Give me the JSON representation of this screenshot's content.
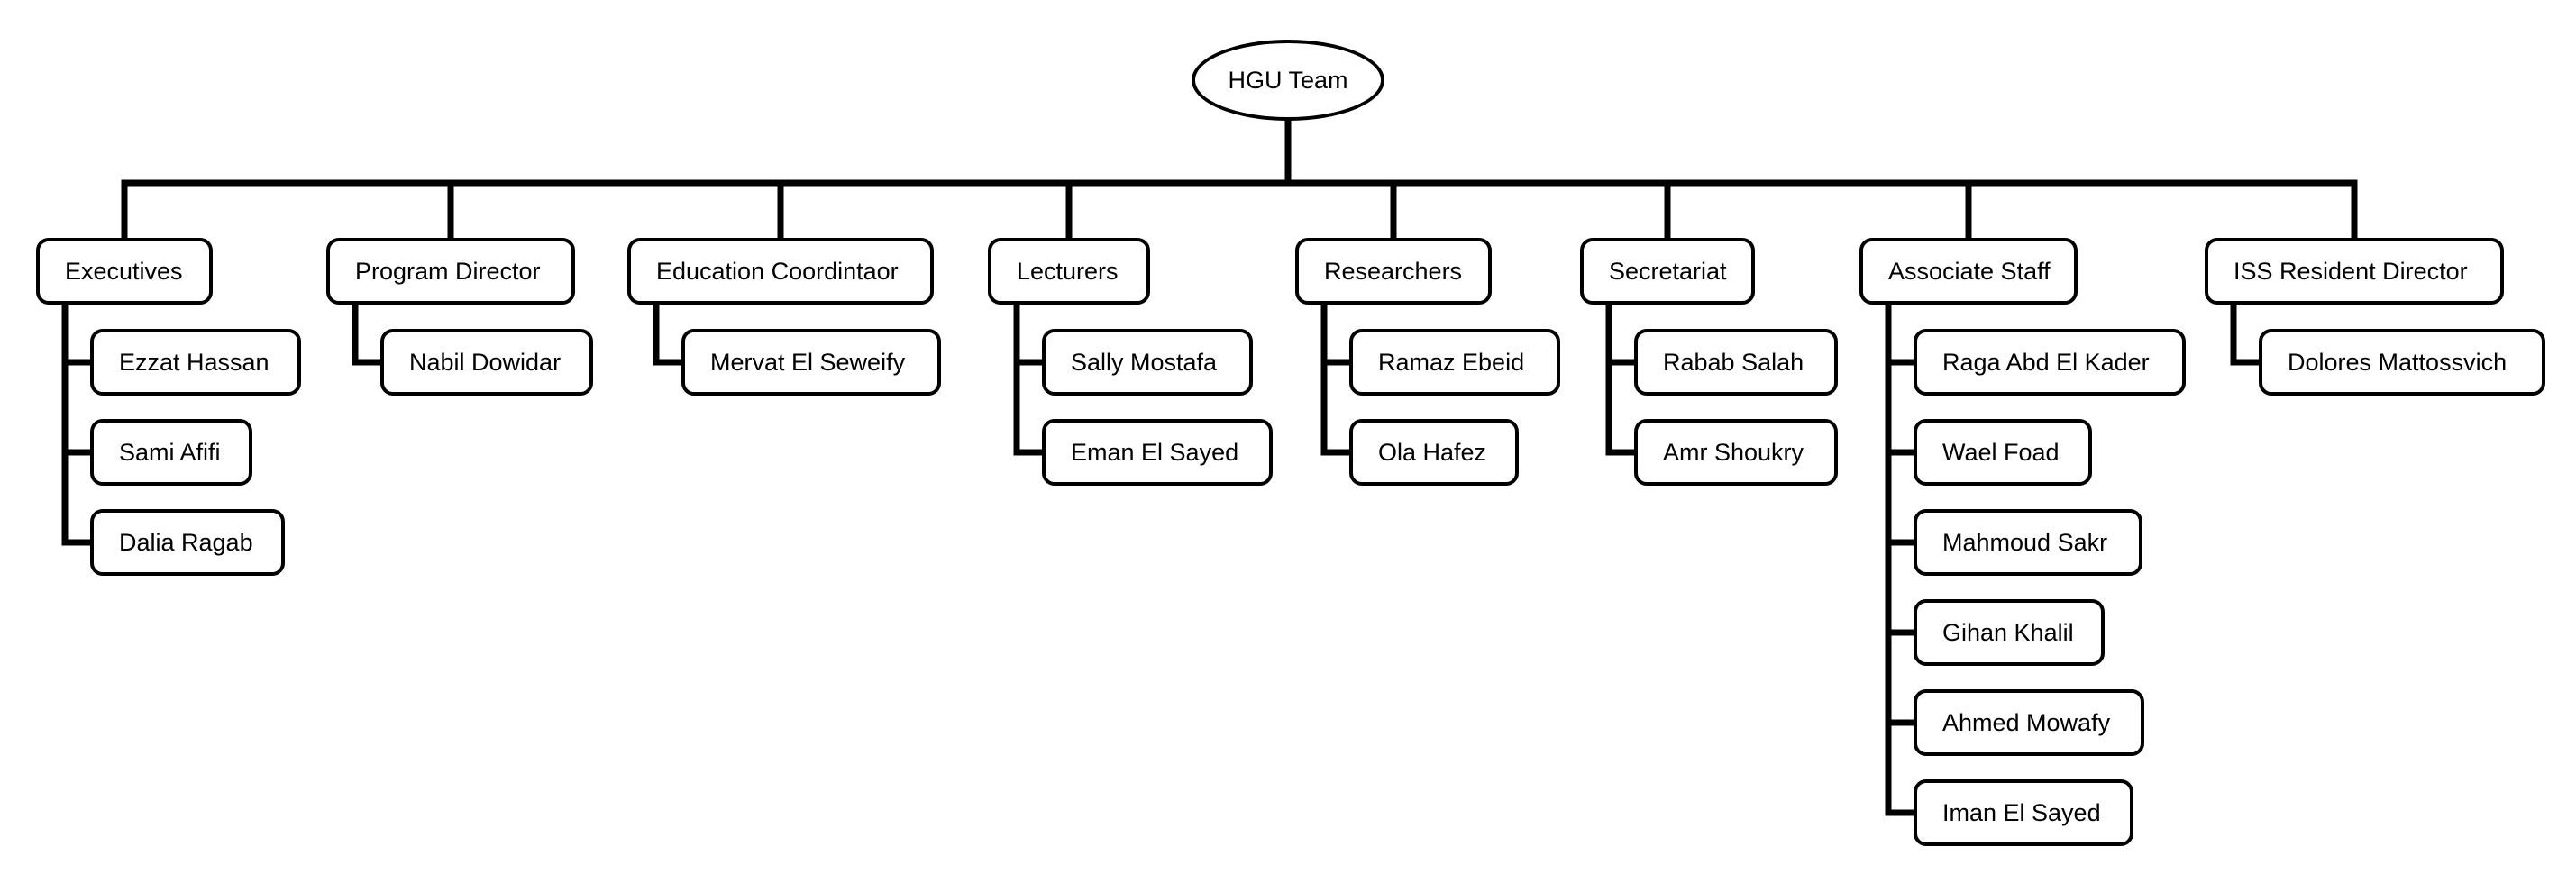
{
  "title": "HGU Team",
  "groups": [
    {
      "label": "Executives",
      "members": [
        "Ezzat Hassan",
        "Sami Afifi",
        "Dalia Ragab"
      ]
    },
    {
      "label": "Program Director",
      "members": [
        "Nabil Dowidar"
      ]
    },
    {
      "label": "Education Coordintaor",
      "members": [
        "Mervat El Seweify"
      ]
    },
    {
      "label": "Lecturers",
      "members": [
        "Sally Mostafa",
        "Eman El Sayed"
      ]
    },
    {
      "label": "Researchers",
      "members": [
        "Ramaz Ebeid",
        "Ola Hafez"
      ]
    },
    {
      "label": "Secretariat",
      "members": [
        "Rabab Salah",
        "Amr Shoukry"
      ]
    },
    {
      "label": "Associate Staff",
      "members": [
        "Raga Abd El Kader",
        "Wael Foad",
        "Mahmoud Sakr",
        "Gihan Khalil",
        "Ahmed Mowafy",
        "Iman El Sayed"
      ]
    },
    {
      "label": "ISS Resident Director",
      "members": [
        "Dolores Mattossvich"
      ]
    }
  ]
}
